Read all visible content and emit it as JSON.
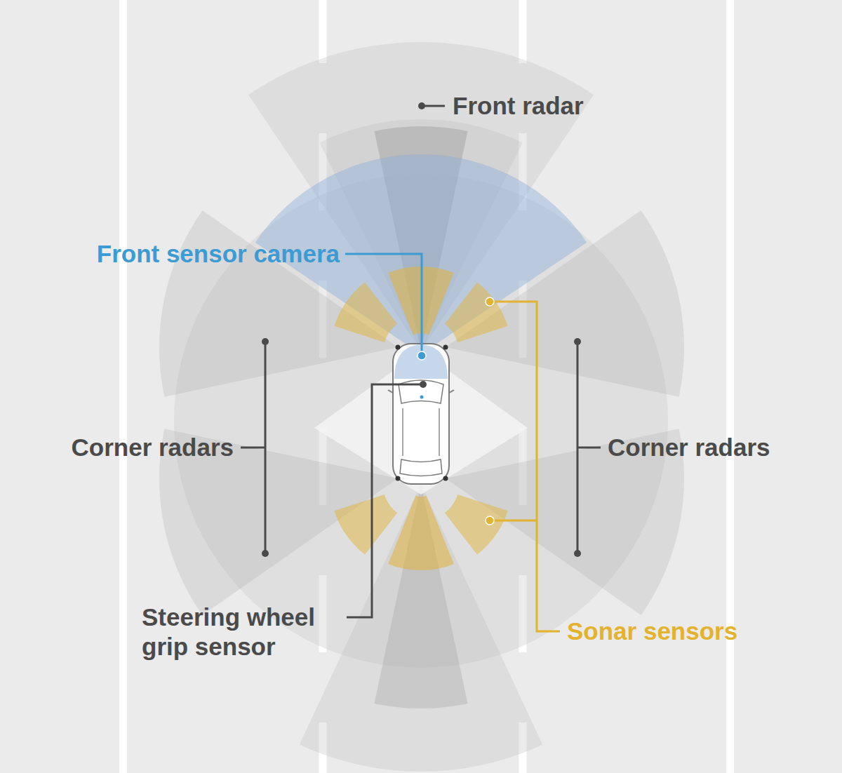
{
  "diagram": {
    "labels": [
      "Front radar",
      "Front sensor camera",
      "Corner radars",
      "Corner radars",
      "Steering wheel grip sensor",
      "Sonar sensors"
    ]
  }
}
